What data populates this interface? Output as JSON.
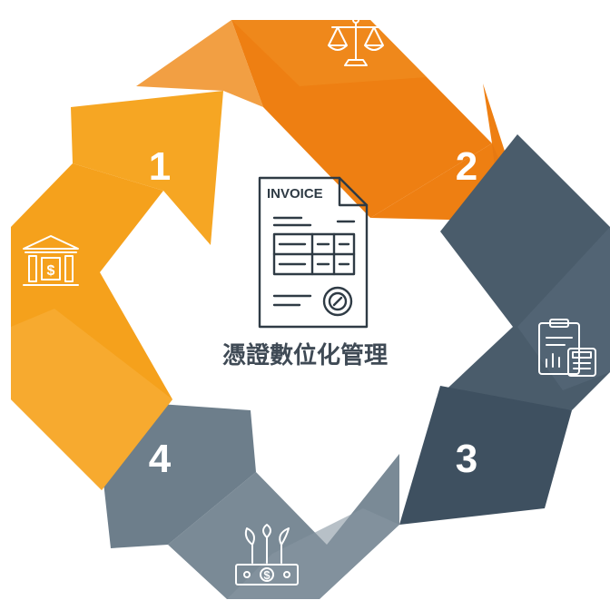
{
  "diagram": {
    "center_title": "憑證數位化管理",
    "invoice_label": "INVOICE",
    "steps": [
      {
        "number": "1",
        "icon": "bank-icon",
        "color": "#F5A11C"
      },
      {
        "number": "2",
        "icon": "scales-icon",
        "color": "#EE7F12"
      },
      {
        "number": "3",
        "icon": "financial-report-icon",
        "color": "#3E5060"
      },
      {
        "number": "4",
        "icon": "money-growth-icon",
        "color": "#6D7E8B"
      }
    ],
    "money_symbol": "$"
  }
}
